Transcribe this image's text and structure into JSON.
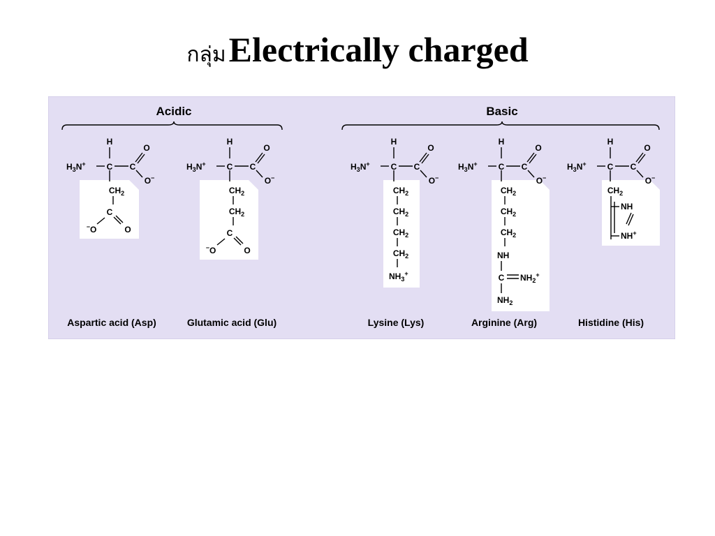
{
  "slide": {
    "title_thai": "กลุ่ม",
    "title_english": "Electrically charged"
  },
  "diagram": {
    "groups": [
      {
        "label": "Acidic"
      },
      {
        "label": "Basic"
      }
    ],
    "amino_acids": [
      {
        "name": "Aspartic acid (Asp)",
        "group": "Acidic"
      },
      {
        "name": "Glutamic acid (Glu)",
        "group": "Acidic"
      },
      {
        "name": "Lysine (Lys)",
        "group": "Basic"
      },
      {
        "name": "Arginine (Arg)",
        "group": "Basic"
      },
      {
        "name": "Histidine (His)",
        "group": "Basic"
      }
    ],
    "colors": {
      "panel_background": "#e3def3",
      "panel_border": "#c9c2e2",
      "side_chain_box": "#ffffff"
    }
  }
}
